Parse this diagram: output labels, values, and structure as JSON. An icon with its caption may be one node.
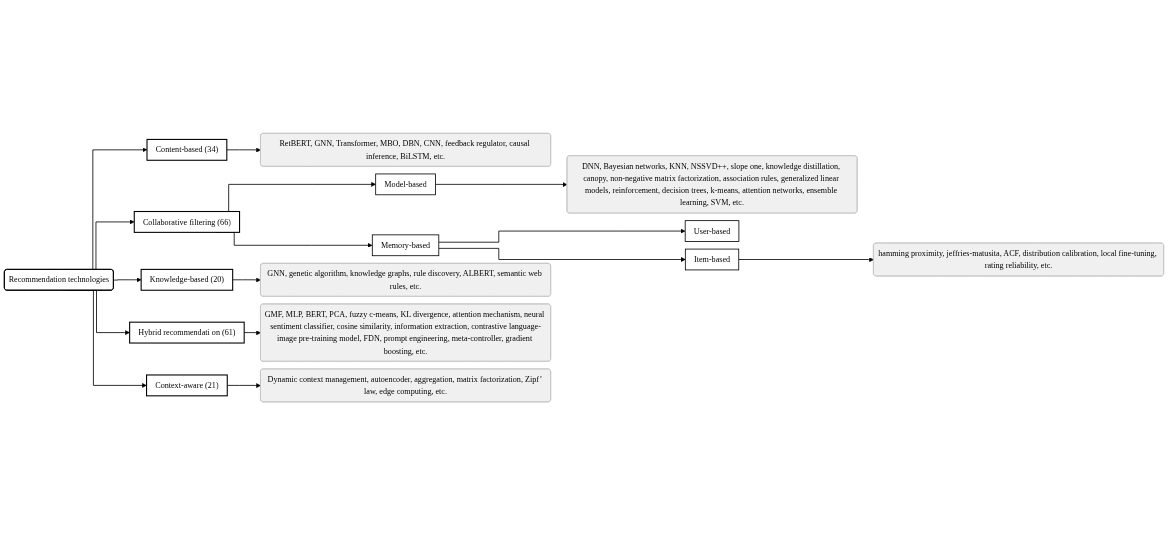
{
  "diagram": {
    "nodes": [
      {
        "text": [
          "Recommendation technologies"
        ]
      },
      {
        "text": [
          "Content-based (34)"
        ]
      },
      {
        "text": [
          "RetBERT, GNN, Transformer, MBO, DBN, CNN, feedback regulator, causal inference, BiLSTM, etc."
        ]
      },
      {
        "text": [
          "Collaborative filtering (66)"
        ]
      },
      {
        "text": [
          "Model-based"
        ]
      },
      {
        "text": [
          "DNN, Bayesian networks, KNN, NSSVD++, slope one, knowledge distillation, canopy, non-negative matrix factorization, association rules, generalized linear models, reinforcement, decision trees, k-means, attention networks, ensemble learning, SVM, etc."
        ]
      },
      {
        "text": [
          "Memory-based"
        ]
      },
      {
        "text": [
          "User-based"
        ]
      },
      {
        "text": [
          "Item-based"
        ]
      },
      {
        "text": [
          "hamming proximity, jeffries-matusita, ACF, distribution calibration, local fine-tuning, rating reliability, etc."
        ]
      },
      {
        "text": [
          "Knowledge-based (20)"
        ]
      },
      {
        "text": [
          "GNN, genetic algorithm, knowledge graphs, rule discovery, ALBERT, semantic web rules, etc."
        ]
      },
      {
        "text": [
          "Hybrid recommendati on (61)"
        ]
      },
      {
        "text": [
          "GMF, MLP, BERT, PCA, fuzzy c-means, KL divergence, attention mechanism, neural sentiment classifier, cosine similarity, information extraction, contrastive language-image pre-training model, FDN, prompt engineering, meta-controller, gradient boosting, etc."
        ]
      },
      {
        "text": [
          "Context-aware (21)"
        ]
      },
      {
        "text": [
          "Dynamic context management, autoencoder, aggregation, matrix factorization, Zipf’ law, edge computing, etc."
        ]
      }
    ],
    "edges": [
      {
        "from": 0,
        "to": 1,
        "arrow": "to"
      },
      {
        "from": 0,
        "to": 3,
        "arrow": "to"
      },
      {
        "from": 0,
        "to": 10,
        "arrow": "to"
      },
      {
        "from": 0,
        "to": 12,
        "arrow": "to"
      },
      {
        "from": 0,
        "to": 14,
        "arrow": "to"
      },
      {
        "from": 1,
        "to": 2,
        "arrow": "to"
      },
      {
        "from": 3,
        "to": 4,
        "arrow": "to"
      },
      {
        "from": 3,
        "to": 6,
        "arrow": "to"
      },
      {
        "from": 4,
        "to": 5,
        "arrow": "to"
      },
      {
        "from": 6,
        "to": 7,
        "arrow": "to"
      },
      {
        "from": 6,
        "to": 8,
        "arrow": "to"
      },
      {
        "from": 8,
        "to": 9,
        "arrow": "to"
      },
      {
        "from": 10,
        "to": 11,
        "arrow": "to"
      },
      {
        "from": 12,
        "to": 13,
        "arrow": "to"
      },
      {
        "from": 14,
        "to": 15,
        "arrow": "to"
      }
    ]
  }
}
